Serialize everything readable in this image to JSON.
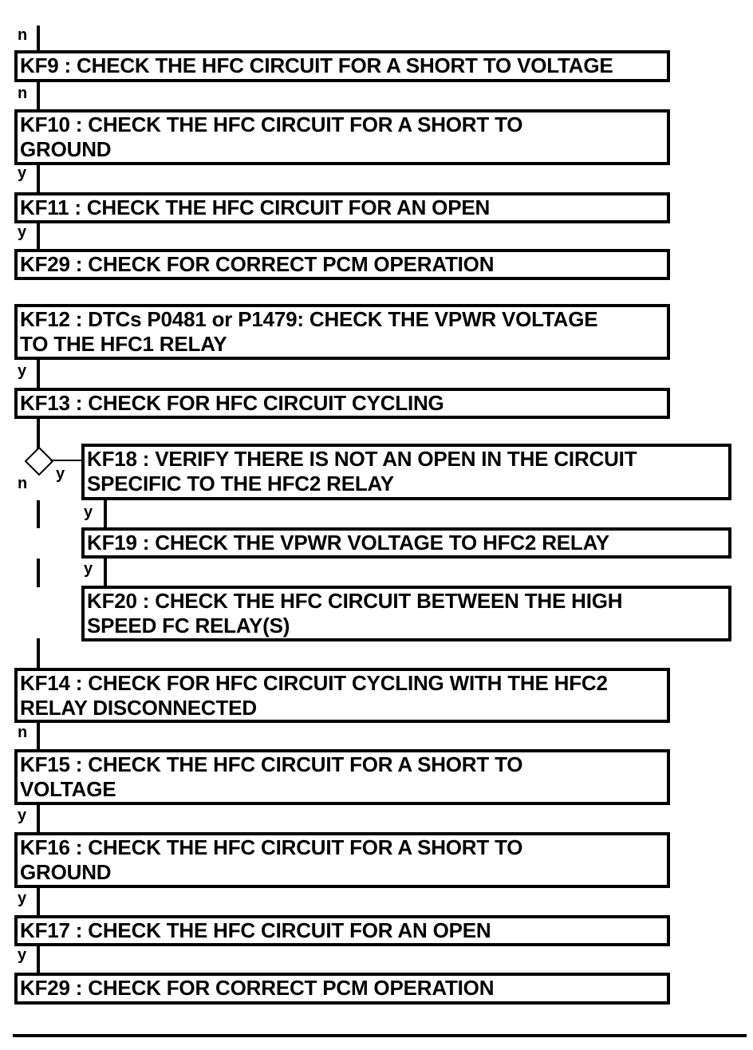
{
  "colors": {
    "line": "#000000",
    "background": "#ffffff"
  },
  "steps": {
    "kf9": "KF9 : CHECK THE HFC CIRCUIT FOR A SHORT TO VOLTAGE",
    "kf10": "KF10 : CHECK THE HFC CIRCUIT FOR A SHORT TO\nGROUND",
    "kf11": "KF11 : CHECK THE HFC CIRCUIT FOR AN OPEN",
    "kf29a": "KF29 : CHECK FOR CORRECT PCM OPERATION",
    "kf12": "KF12 : DTCs P0481 or P1479: CHECK THE VPWR VOLTAGE\nTO THE HFC1 RELAY",
    "kf13": "KF13 : CHECK FOR HFC CIRCUIT CYCLING",
    "kf18": "KF18 : VERIFY THERE IS NOT AN OPEN IN THE CIRCUIT\nSPECIFIC TO THE HFC2 RELAY",
    "kf19": "KF19 : CHECK THE VPWR VOLTAGE TO HFC2 RELAY",
    "kf20": "KF20 : CHECK THE HFC CIRCUIT BETWEEN THE HIGH\nSPEED FC RELAY(S)",
    "kf14": "KF14 : CHECK FOR HFC CIRCUIT CYCLING WITH THE HFC2\nRELAY DISCONNECTED",
    "kf15": "KF15 : CHECK THE HFC CIRCUIT FOR A SHORT TO\nVOLTAGE",
    "kf16": "KF16 : CHECK THE HFC CIRCUIT FOR A SHORT TO\nGROUND",
    "kf17": "KF17 : CHECK THE HFC CIRCUIT FOR AN OPEN",
    "kf29b": "KF29 : CHECK FOR CORRECT PCM OPERATION"
  },
  "labels": {
    "no": "n",
    "yes": "y"
  }
}
